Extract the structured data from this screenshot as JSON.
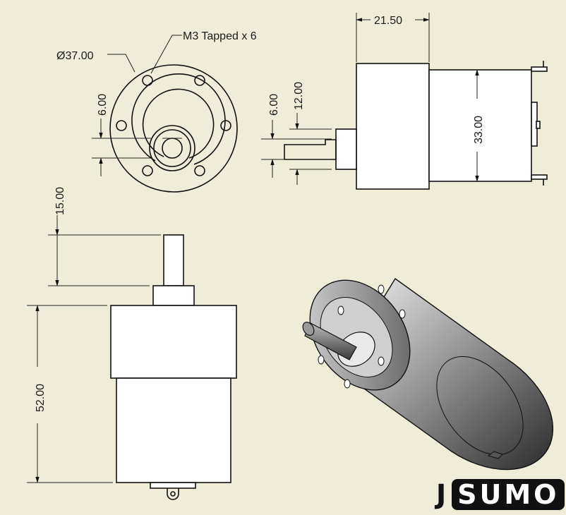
{
  "drawing": {
    "front_view": {
      "diameter_label": "Ø37.00",
      "tapped_label": "M3 Tapped x 6",
      "offset_label": "6.00"
    },
    "side_view": {
      "length_label": "21.50",
      "shaft_small_label": "6.00",
      "shaft_large_label": "12.00",
      "height_label": "33.00"
    },
    "top_view": {
      "shaft_length_label": "15.00",
      "body_length_label": "52.00"
    }
  },
  "logo": {
    "prefix": "J",
    "boxed": "SUMO"
  }
}
